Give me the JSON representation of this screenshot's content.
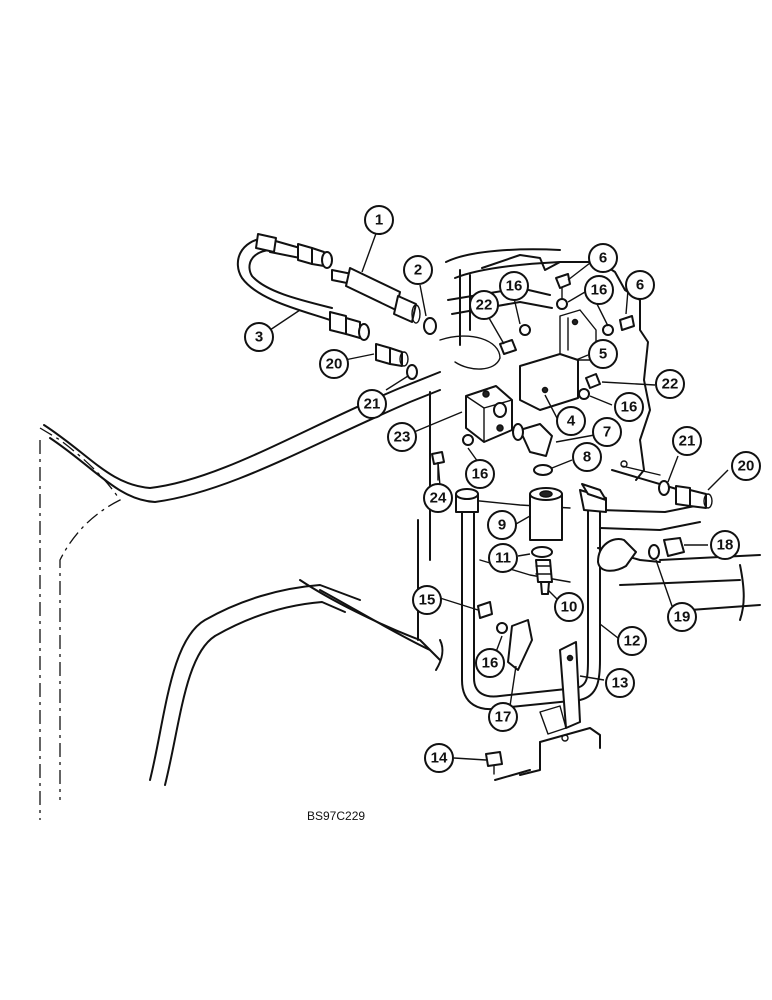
{
  "figure_code": "BS97C229",
  "callouts": [
    {
      "label": "1"
    },
    {
      "label": "2"
    },
    {
      "label": "3"
    },
    {
      "label": "4"
    },
    {
      "label": "5"
    },
    {
      "label": "6"
    },
    {
      "label": "6"
    },
    {
      "label": "7"
    },
    {
      "label": "8"
    },
    {
      "label": "9"
    },
    {
      "label": "10"
    },
    {
      "label": "11"
    },
    {
      "label": "12"
    },
    {
      "label": "13"
    },
    {
      "label": "14"
    },
    {
      "label": "15"
    },
    {
      "label": "16"
    },
    {
      "label": "16"
    },
    {
      "label": "16"
    },
    {
      "label": "16"
    },
    {
      "label": "16"
    },
    {
      "label": "17"
    },
    {
      "label": "18"
    },
    {
      "label": "19"
    },
    {
      "label": "20"
    },
    {
      "label": "20"
    },
    {
      "label": "21"
    },
    {
      "label": "21"
    },
    {
      "label": "22"
    },
    {
      "label": "22"
    },
    {
      "label": "23"
    },
    {
      "label": "24"
    }
  ]
}
